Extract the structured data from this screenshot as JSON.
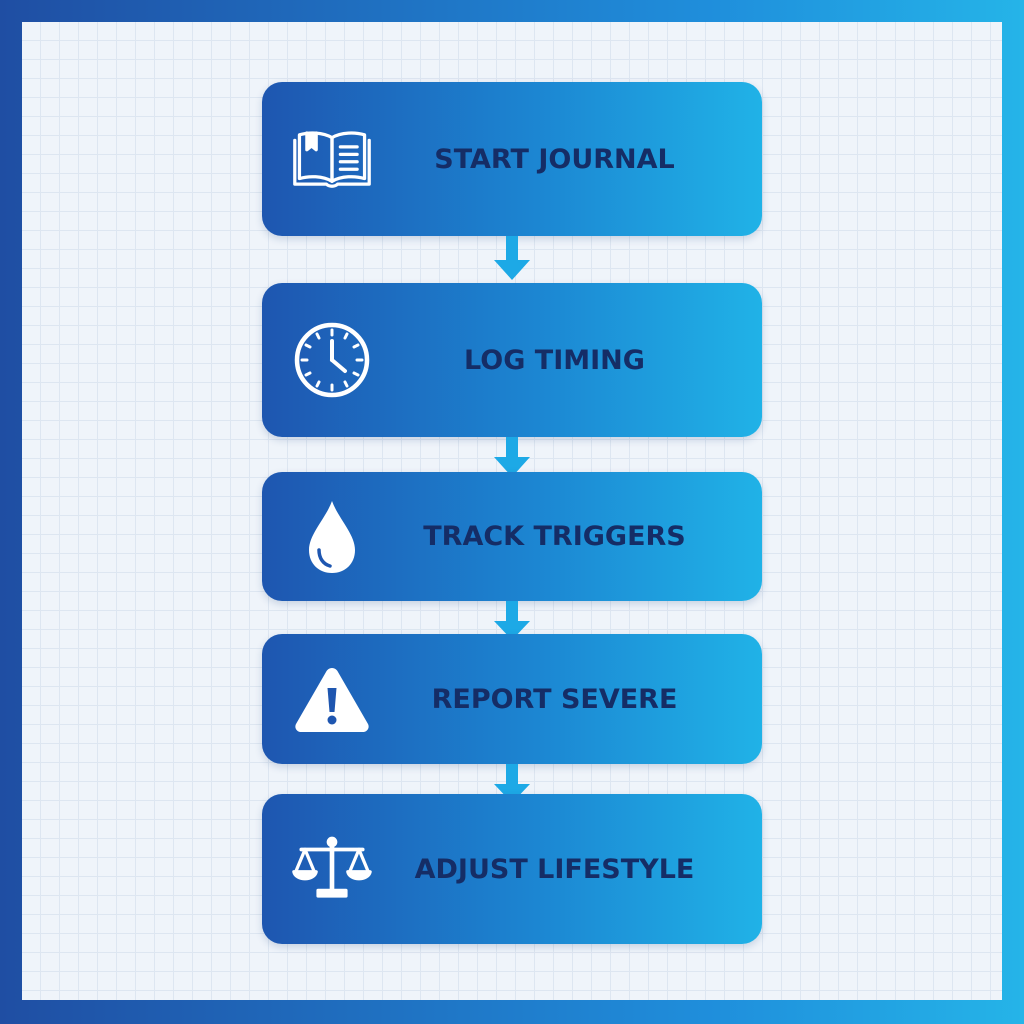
{
  "colors": {
    "frame_start": "#1f4ea3",
    "frame_end": "#25b4e8",
    "box_start": "#1e56b0",
    "box_end": "#20b2e7",
    "label_text": "#152d66",
    "arrow": "#1da9e6",
    "icon": "#ffffff"
  },
  "steps": [
    {
      "label": "START JOURNAL",
      "icon": "open-book-icon"
    },
    {
      "label": "LOG TIMING",
      "icon": "clock-icon"
    },
    {
      "label": "TRACK TRIGGERS",
      "icon": "water-drop-icon"
    },
    {
      "label": "REPORT SEVERE",
      "icon": "warning-icon"
    },
    {
      "label": "ADJUST LIFESTYLE",
      "icon": "scales-icon"
    }
  ]
}
